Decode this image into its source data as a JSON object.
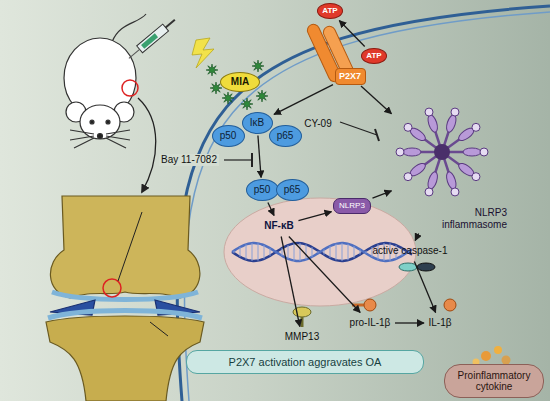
{
  "diagram": {
    "nodes": [
      {
        "text": [
          "ATP"
        ]
      },
      {
        "text": [
          "MIA"
        ]
      },
      {
        "text": [
          "P2X7"
        ]
      },
      {
        "text": [
          "ATP"
        ]
      },
      {
        "text": [
          "p50"
        ]
      },
      {
        "text": [
          "IκB"
        ]
      },
      {
        "text": [
          "p65"
        ]
      },
      {
        "text": [
          "p50"
        ]
      },
      {
        "text": [
          "p65"
        ]
      },
      {
        "text": [
          "NLRP3 inflammasome"
        ]
      },
      {
        "text": [
          "NF-κB"
        ]
      },
      {
        "text": [
          "NLRP3"
        ]
      },
      {
        "text": [
          "active caspase-1"
        ]
      },
      {
        "text": [
          "MMP13"
        ]
      },
      {
        "text": [
          "pro-IL-1β"
        ]
      },
      {
        "text": [
          "IL-1β"
        ]
      },
      {
        "text": [
          "P2X7 activation aggravates OA"
        ]
      },
      {
        "text": [
          "Proinflammatory cytokine"
        ]
      }
    ],
    "edges": [
      {
        "from": 3,
        "to": 0,
        "arrow": "to"
      },
      {
        "from": 2,
        "to": 5,
        "arrow": "to"
      },
      {
        "from": 5,
        "to": 7,
        "arrow": "to"
      },
      {
        "from": 7,
        "to": 10,
        "arrow": "to"
      },
      {
        "from": 10,
        "to": 11,
        "arrow": "to"
      },
      {
        "from": 11,
        "to": 9,
        "arrow": "to"
      },
      {
        "from": 2,
        "to": 9,
        "arrow": "to"
      },
      {
        "from": 9,
        "to": 12,
        "arrow": "to"
      },
      {
        "from": 10,
        "to": 14,
        "arrow": "to"
      },
      {
        "from": 10,
        "to": 13,
        "arrow": "to"
      },
      {
        "from": 14,
        "to": 15,
        "arrow": "to"
      },
      {
        "from": 12,
        "to": 15,
        "arrow": "to"
      }
    ],
    "labels": [
      "Bay 11-7082",
      "CY-09"
    ]
  }
}
